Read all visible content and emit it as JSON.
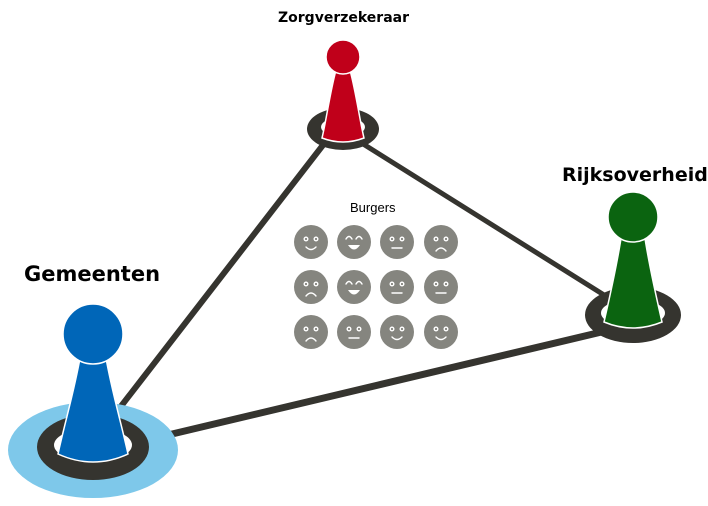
{
  "labels": {
    "insurer": "Zorgverzekeraar",
    "national_government": "Rijksoverheid",
    "municipalities": "Gemeenten",
    "citizens": "Burgers"
  },
  "colors": {
    "insurer_pawn": "#c0001a",
    "government_pawn": "#0b6410",
    "municipality_pawn": "#0066b8",
    "municipality_halo": "#7ec8ea",
    "base_ring": "#35342f",
    "connector_line": "#35342f",
    "face_fill": "#85857f"
  },
  "faces": [
    "smile",
    "happy",
    "neutral",
    "sad",
    "sad",
    "happy",
    "neutral",
    "neutral",
    "sad",
    "neutral",
    "smile",
    "smile"
  ]
}
